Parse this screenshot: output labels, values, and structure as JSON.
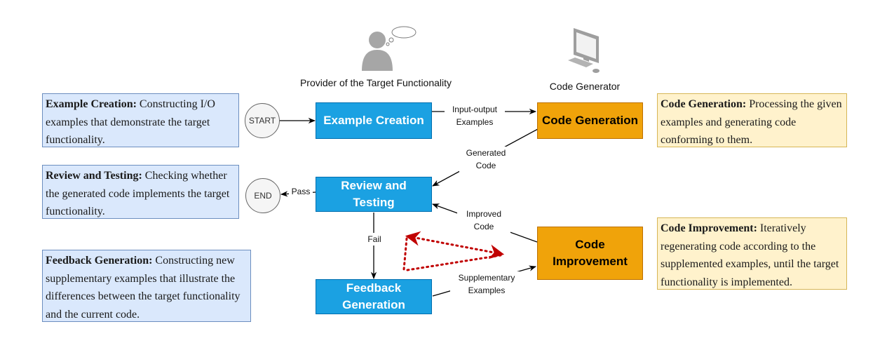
{
  "actors": {
    "provider_label": "Provider of the Target Functionality",
    "generator_label": "Code Generator"
  },
  "notes": {
    "example_creation": {
      "title": "Example Creation:",
      "text": "Constructing I/O examples that demonstrate the target functionality."
    },
    "review_testing": {
      "title": "Review and Testing:",
      "text": "Checking whether the generated code implements the target functionality."
    },
    "feedback_generation": {
      "title": "Feedback Generation:",
      "text": "Constructing new supplementary examples that illustrate the differences between the target functionality and the current code."
    },
    "code_generation": {
      "title": "Code Generation:",
      "text": "Processing the given examples and generating code conforming to them."
    },
    "code_improvement": {
      "title": "Code Improvement:",
      "text": "Iteratively regenerating code according to the supplemented examples, until the target functionality is implemented."
    }
  },
  "nodes": {
    "start": "START",
    "end": "END",
    "example_creation": "Example Creation",
    "code_generation": "Code Generation",
    "review_testing": "Review and Testing",
    "feedback_generation": "Feedback Generation",
    "code_improvement": "Code Improvement"
  },
  "edges": {
    "input_output_line1": "Input-output",
    "input_output_line2": "Examples",
    "generated_line1": "Generated",
    "generated_line2": "Code",
    "improved_line1": "Improved",
    "improved_line2": "Code",
    "supplementary_line1": "Supplementary",
    "supplementary_line2": "Examples",
    "pass": "Pass",
    "fail": "Fail"
  },
  "colors": {
    "process_blue": "#1ba1e2",
    "process_orange": "#f0a30a",
    "note_blue": "#dae8fc",
    "note_yellow": "#fff2cc",
    "loop_red": "#c00000"
  },
  "icons": [
    "person-thinking-icon",
    "computer-icon"
  ]
}
